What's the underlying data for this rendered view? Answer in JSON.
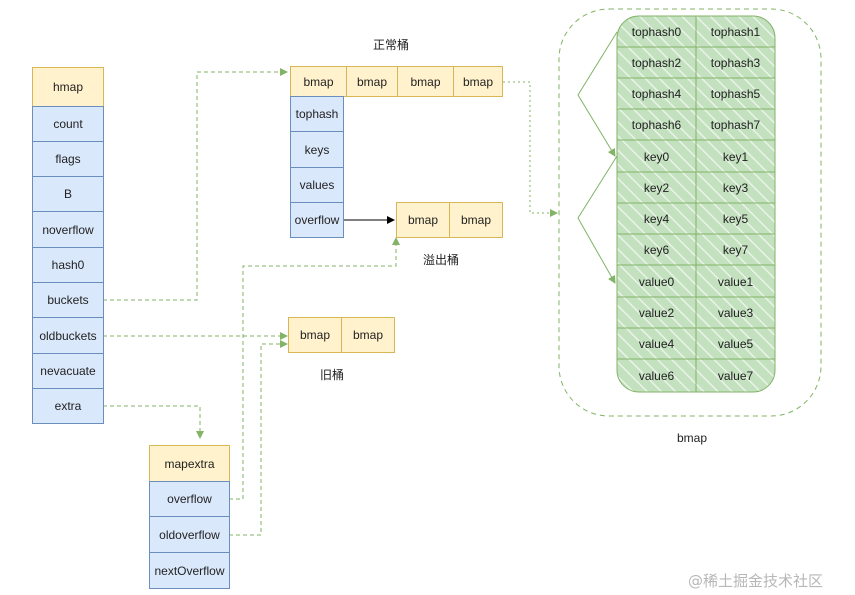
{
  "hmap": {
    "title": "hmap",
    "fields": [
      "count",
      "flags",
      "B",
      "noverflow",
      "hash0",
      "buckets",
      "oldbuckets",
      "nevacuate",
      "extra"
    ]
  },
  "mapextra": {
    "title": "mapextra",
    "fields": [
      "overflow",
      "oldoverflow",
      "nextOverflow"
    ]
  },
  "normal_bucket": {
    "label": "正常桶",
    "cells": [
      "bmap",
      "bmap",
      "bmap",
      "bmap"
    ],
    "fields": [
      "tophash",
      "keys",
      "values",
      "overflow"
    ]
  },
  "overflow_bucket": {
    "label": "溢出桶",
    "cells": [
      "bmap",
      "bmap"
    ]
  },
  "old_bucket": {
    "label": "旧桶",
    "cells": [
      "bmap",
      "bmap"
    ]
  },
  "bmap_detail": {
    "label": "bmap",
    "rows": [
      [
        "tophash0",
        "tophash1"
      ],
      [
        "tophash2",
        "tophash3"
      ],
      [
        "tophash4",
        "tophash5"
      ],
      [
        "tophash6",
        "tophash7"
      ],
      [
        "key0",
        "key1"
      ],
      [
        "key2",
        "key3"
      ],
      [
        "key4",
        "key5"
      ],
      [
        "key6",
        "key7"
      ],
      [
        "value0",
        "value1"
      ],
      [
        "value2",
        "value3"
      ],
      [
        "value4",
        "value5"
      ],
      [
        "value6",
        "value7"
      ]
    ]
  },
  "watermark": "@稀土掘金技术社区",
  "colors": {
    "yellow_fill": "#fff2cc",
    "yellow_stroke": "#d6b656",
    "blue_fill": "#dae8fc",
    "blue_stroke": "#6c8ebf",
    "green_fill": "#d5e8d4",
    "green_stroke": "#82b366"
  }
}
